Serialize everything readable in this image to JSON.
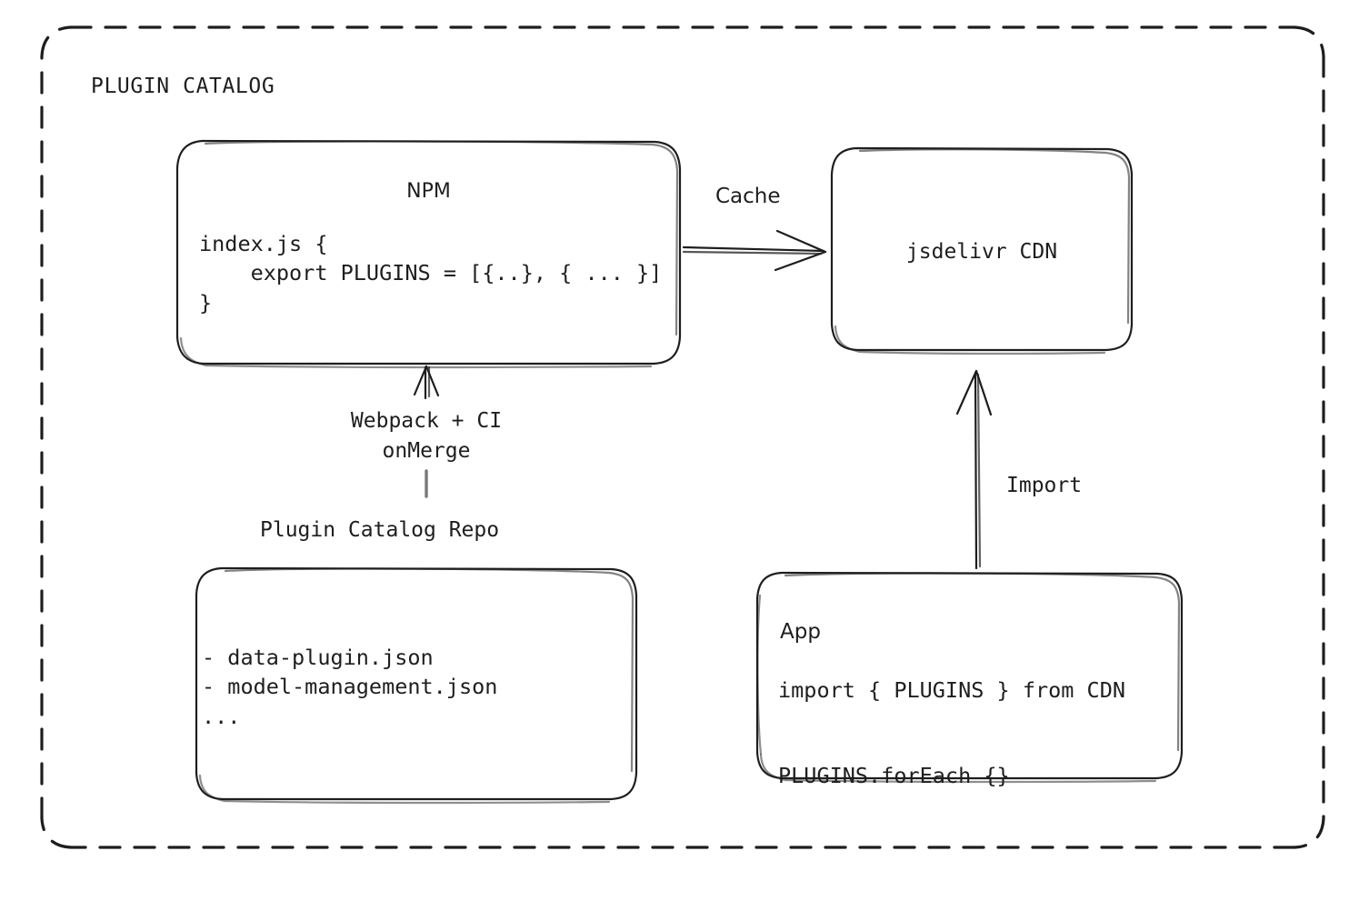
{
  "diagram": {
    "title": "PLUGIN CATALOG",
    "background_color": "#ffffff",
    "stroke_color": "#1e1e1e",
    "style": "hand-drawn-sketch"
  },
  "nodes": {
    "npm": {
      "label": "NPM",
      "code_lines": "index.js {\n    export PLUGINS = [{..}, { ... }]\n}"
    },
    "cdn": {
      "label": "jsdelivr CDN"
    },
    "repo": {
      "caption": "Plugin Catalog Repo",
      "file_lines": "- data-plugin.json\n- model-management.json\n..."
    },
    "app": {
      "label": "App",
      "code_lines": "import { PLUGINS } from CDN\n\nPLUGINS.forEach {}"
    }
  },
  "edges": {
    "npm_to_cdn": {
      "label": "Cache",
      "direction": "right"
    },
    "repo_to_npm": {
      "label": "Webpack + CI\nonMerge",
      "direction": "up"
    },
    "app_to_cdn": {
      "label": "Import",
      "direction": "up"
    }
  }
}
